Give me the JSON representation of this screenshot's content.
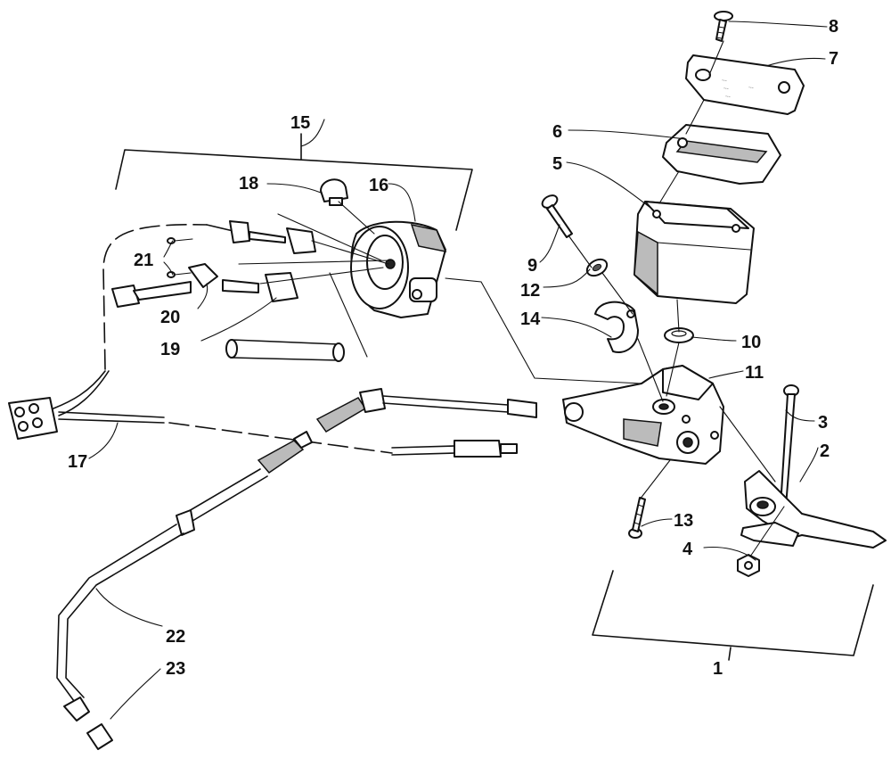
{
  "callouts": {
    "c1": "1",
    "c2": "2",
    "c3": "3",
    "c4": "4",
    "c5": "5",
    "c6": "6",
    "c7": "7",
    "c8": "8",
    "c9": "9",
    "c10": "10",
    "c11": "11",
    "c12": "12",
    "c13": "13",
    "c14": "14",
    "c15": "15",
    "c16": "16",
    "c17": "17",
    "c18": "18",
    "c19": "19",
    "c20": "20",
    "c21": "21",
    "c22": "22",
    "c23": "23"
  },
  "nameplate_text": [
    "...",
    "...",
    "...",
    "..."
  ]
}
